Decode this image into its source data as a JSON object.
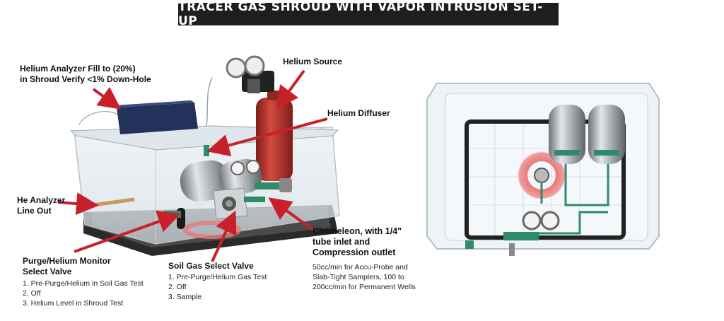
{
  "title": "TRACER GAS SHROUD WITH VAPOR INTRUSION SET-UP",
  "labels": {
    "helium_analyzer_fill": [
      "Helium Analyzer Fill to (20%)",
      "in Shroud Verify <1% Down-Hole"
    ],
    "helium_source": "Helium Source",
    "helium_diffuser": "Helium Diffuser",
    "he_analyzer_line_out": [
      "He Analyzer",
      "Line Out"
    ],
    "purge_helium_monitor": {
      "heading": [
        "Purge/Helium Monitor",
        "Select Valve"
      ],
      "options": [
        "1. Pre-Purge/Helium in Soil Gas Test",
        "2. Off",
        "3. Helium Level in Shroud Test"
      ]
    },
    "soil_gas_select_valve": {
      "heading": "Soil Gas Select Valve",
      "options": [
        "1. Pre-Purge/Helium Gas Test",
        "2. Off",
        "3. Sample"
      ]
    },
    "chameleon": {
      "heading": [
        "Chameleon, with 1/4\"",
        "tube inlet and",
        "Compression outlet"
      ],
      "notes": [
        "50cc/min for Accu-Probe and",
        "Slab-Tight Samplers, 100 to",
        "200cc/min for Permanent Wells"
      ]
    }
  },
  "colors": {
    "arrow": "#c8202a",
    "title_bg": "#1e1e1e",
    "helium_cylinder": "#b8342c",
    "analyzer": "#23325a",
    "fitting_green": "#2e8b6a",
    "halo": "#e8787a"
  }
}
